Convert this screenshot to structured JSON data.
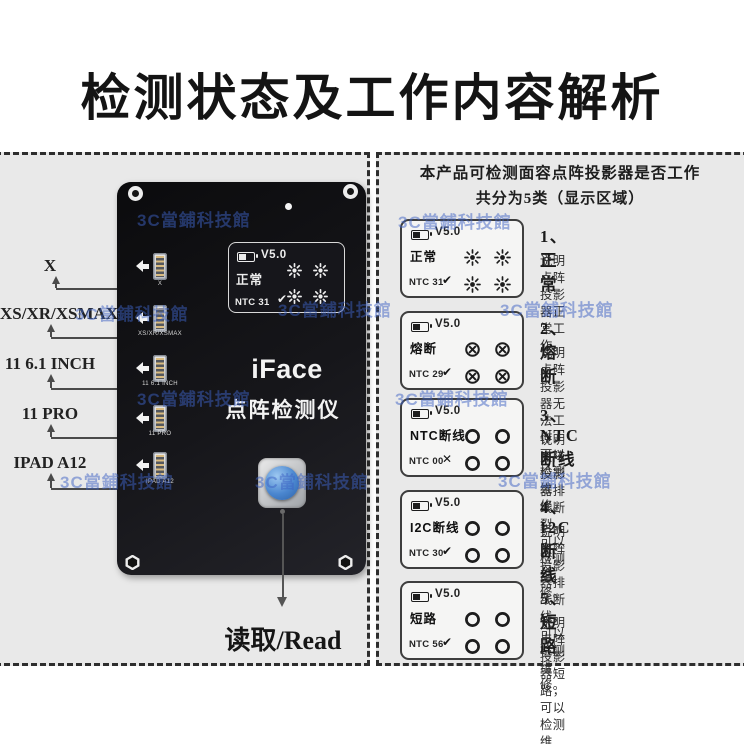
{
  "title": "检测状态及工作内容解析",
  "watermark": {
    "text": "3C當鋪科技館"
  },
  "left_panel": {
    "device": {
      "brand": "iFace",
      "product_name": "点阵检测仪",
      "screen": {
        "version": "V5.0",
        "status": "正常",
        "ntc": "NTC 31",
        "mark": "check",
        "icon": "sun"
      },
      "ports": [
        {
          "callout": "X",
          "board_label": "X"
        },
        {
          "callout": "XS/XR/XSMAX",
          "board_label": "XS/XR/XSMAX"
        },
        {
          "callout": "11 6.1 INCH",
          "board_label": "11 6.1 INCH"
        },
        {
          "callout": "11 PRO",
          "board_label": "11 PRO"
        },
        {
          "callout": "IPAD A12",
          "board_label": "IPAD A12"
        }
      ]
    },
    "read_button_label": "读取/Read"
  },
  "right_panel": {
    "header_line1": "本产品可检测面容点阵投影器是否工作",
    "header_line2": "共分为5类（显示区域）",
    "items": [
      {
        "title": "1、正常",
        "screen": {
          "version": "V5.0",
          "status": "正常",
          "ntc": "NTC 31",
          "mark": "check",
          "icon": "sun"
        },
        "desc_lines": [
          "说明点阵投影器正常工作。"
        ]
      },
      {
        "title": "2、熔断",
        "screen": {
          "version": "V5.0",
          "status": "熔断",
          "ntc": "NTC 29",
          "mark": "check",
          "icon": "circle-x"
        },
        "desc_lines": [
          "说明点阵投影器无法工作，可以检测",
          "维修。"
        ]
      },
      {
        "title": "3、NTC断线",
        "screen": {
          "version": "V5.0",
          "status": "NTC断线",
          "ntc": "NTC 00",
          "mark": "x",
          "icon": "circle"
        },
        "desc_lines": [
          "说明点阵投影器排线断裂，可以检测",
          "维修。"
        ]
      },
      {
        "title": "4、I2C断线",
        "screen": {
          "version": "V5.0",
          "status": "I2C断线",
          "ntc": "NTC 30",
          "mark": "check",
          "icon": "circle"
        },
        "desc_lines": [
          "说明点阵投影器排线断线，可以检测",
          "维修。"
        ]
      },
      {
        "title": "5、短路",
        "screen": {
          "version": "V5.0",
          "status": "短路",
          "ntc": "NTC 56",
          "mark": "check",
          "icon": "circle"
        },
        "desc_lines": [
          "说明点阵投影器短路，可以检测维修。"
        ]
      }
    ]
  },
  "colors": {
    "watermark": "#3d62c4",
    "read_button_blue": "#3372c4",
    "panel_bg": "#e9e9e9",
    "device_black": "#141418"
  }
}
